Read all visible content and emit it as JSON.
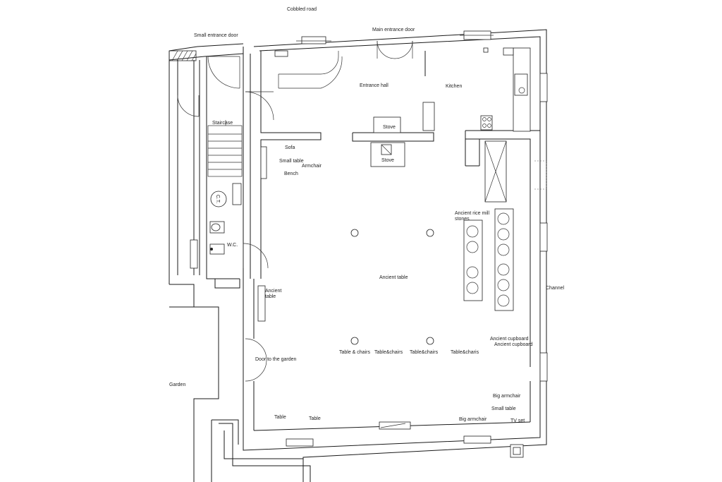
{
  "labels": {
    "cobbled_road": "Cobbled road",
    "small_entrance_door": "Small entrance door",
    "main_entrance_door": "Main entrance door",
    "entrance_hall": "Entrance hall",
    "kitchen": "Kitchen",
    "staircase": "Staircase",
    "stove_upper": "Stove",
    "stove_lower": "Stove",
    "sofa": "Sofa",
    "small_table_left": "Small table",
    "armchair": "Armchair",
    "bench": "Bench",
    "ct": "C.T.",
    "wc": "W.C.",
    "ancient_rice_mill_line1": "Ancient rice mill",
    "ancient_rice_mill_line2": "stones",
    "ancient_table_center": "Ancient table",
    "ancient_table_side_line1": "Ancient",
    "ancient_table_side_line2": "table",
    "channel": "Channel",
    "ancient_cupboard_1": "Ancient cupboard",
    "ancient_cupboard_2": "Ancient cupboard",
    "door_to_garden": "Door to the garden",
    "garden": "Garden",
    "table_chairs_1": "Table & chairs",
    "table_chairs_2": "Table&chairs",
    "table_chairs_3": "Table&chairs",
    "table_chairs_4": "Table&charis",
    "big_armchair_right": "Big armchair",
    "small_table_right": "Small table",
    "tv_set": "TV set",
    "big_armchair_bottom": "Big armchair",
    "table_1": "Table",
    "table_2": "Table"
  }
}
